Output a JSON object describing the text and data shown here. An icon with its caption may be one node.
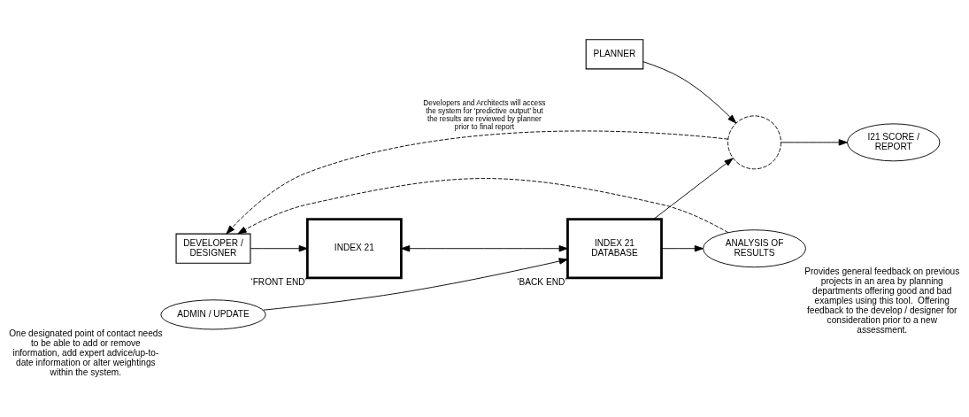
{
  "diagram": {
    "nodes": [
      {
        "text": [
          "PLANNER"
        ]
      },
      {
        "text": [
          "ADMIN / UPDATE"
        ],
        "beside": [
          "One designated point of contact needs to be able to add or remove information, add expert advice/up-to-date information or alter weightings within the system."
        ]
      },
      {
        "text": [
          "INDEX 21"
        ],
        "beside": [
          "‘FRONT END’"
        ]
      },
      {
        "text": [
          "INDEX 21 DATABASE"
        ],
        "beside": [
          "‘BACK END’"
        ]
      },
      {
        "text": [],
        "shape": "circle"
      },
      {
        "text": [
          "I21 SCORE / REPORT"
        ]
      },
      {
        "text": [
          "ANALYSIS OF RESULTS"
        ],
        "beside": [
          "Provides general feedback on previous projects in an area by planning departments offering good and bad examples using this tool.  Offering feedback to the develop / designer for consideration prior to a new assessment."
        ]
      },
      {
        "text": [
          "DEVELOPER / DESIGNER"
        ]
      }
    ],
    "edges": [
      {
        "from": 0,
        "to": 4,
        "arrow": "to"
      },
      {
        "from": 1,
        "to": 3,
        "arrow": "to"
      },
      {
        "from": 7,
        "to": 2,
        "arrow": "to"
      },
      {
        "from": 2,
        "to": 3,
        "arrow": "both"
      },
      {
        "from": 3,
        "to": 4,
        "arrow": "to"
      },
      {
        "from": 4,
        "to": 5,
        "arrow": "to"
      },
      {
        "from": 3,
        "to": 6,
        "arrow": "to"
      },
      {
        "from": 4,
        "to": 7,
        "arrow": "to",
        "style": "dashed",
        "label": "Developers and Architects will access the system for ‘predictive output’ but the results are reviewed by planner prior to final report"
      },
      {
        "from": 6,
        "to": 7,
        "arrow": "to",
        "style": "dashed"
      }
    ]
  }
}
